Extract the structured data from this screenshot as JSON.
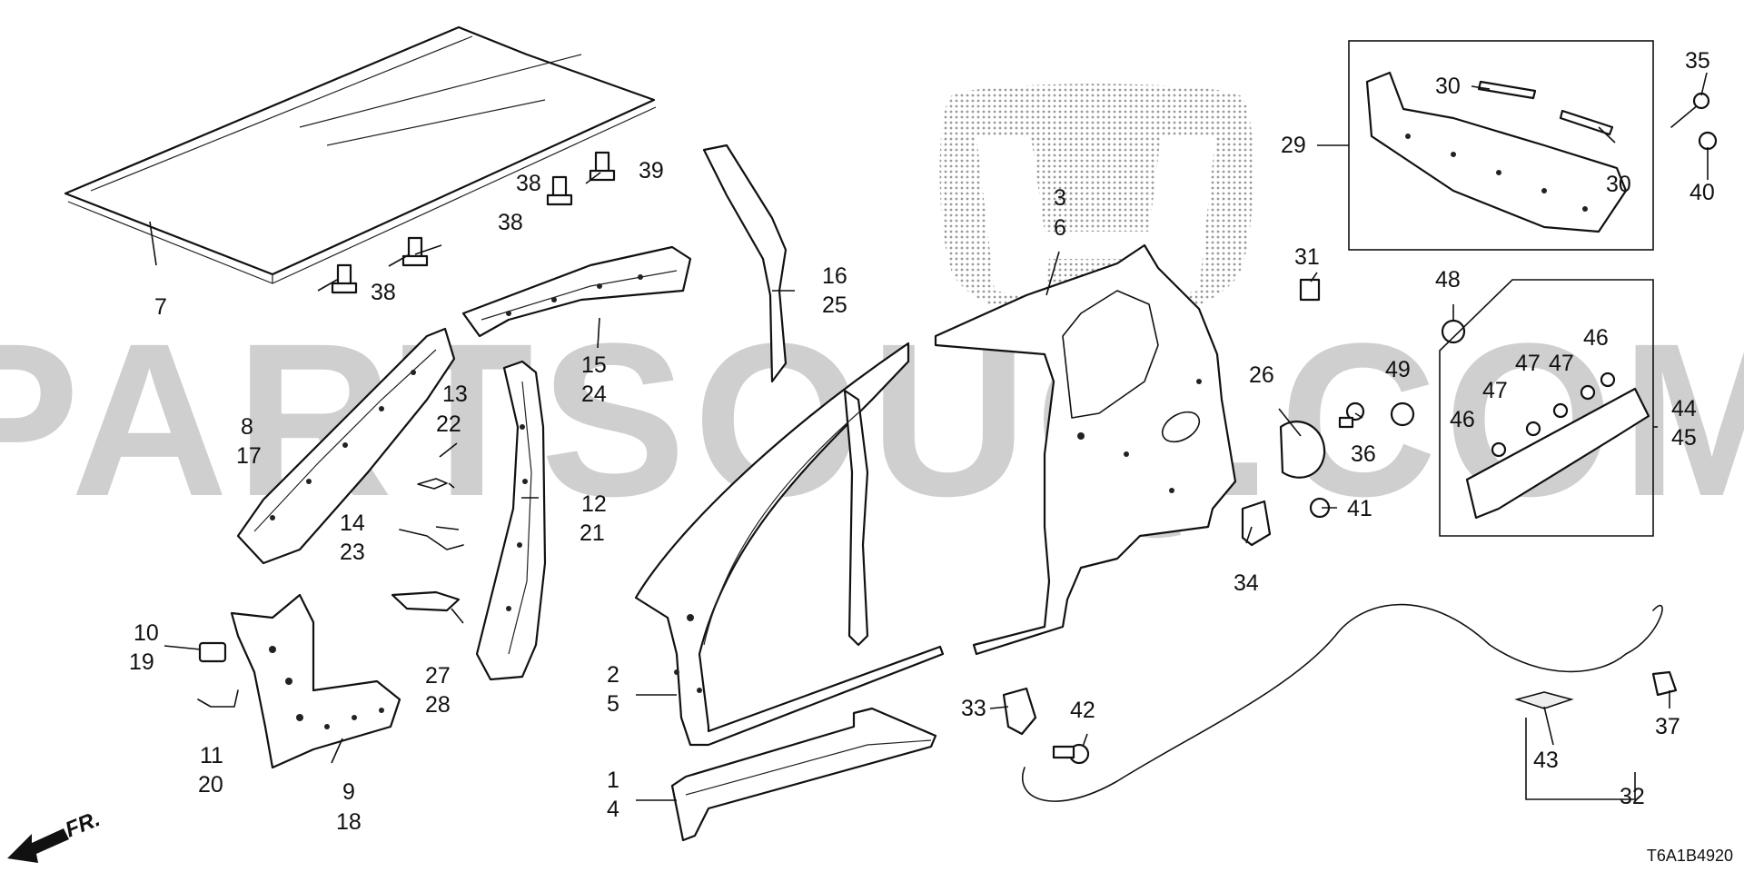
{
  "diagram": {
    "watermark_text": "PARTSOUQ.COM",
    "diagram_code": "T6A1B4920",
    "front_indicator": "FR.",
    "callouts": [
      "7",
      "38",
      "38",
      "38",
      "39",
      "8",
      "17",
      "13",
      "22",
      "14",
      "23",
      "15",
      "24",
      "16",
      "25",
      "12",
      "21",
      "10",
      "19",
      "11",
      "20",
      "9",
      "18",
      "27",
      "28",
      "2",
      "5",
      "1",
      "4",
      "3",
      "6",
      "31",
      "26",
      "36",
      "34",
      "41",
      "29",
      "30",
      "30",
      "35",
      "40",
      "48",
      "49",
      "46",
      "47",
      "47",
      "47",
      "46",
      "44",
      "45",
      "33",
      "42",
      "43",
      "37",
      "32"
    ]
  }
}
